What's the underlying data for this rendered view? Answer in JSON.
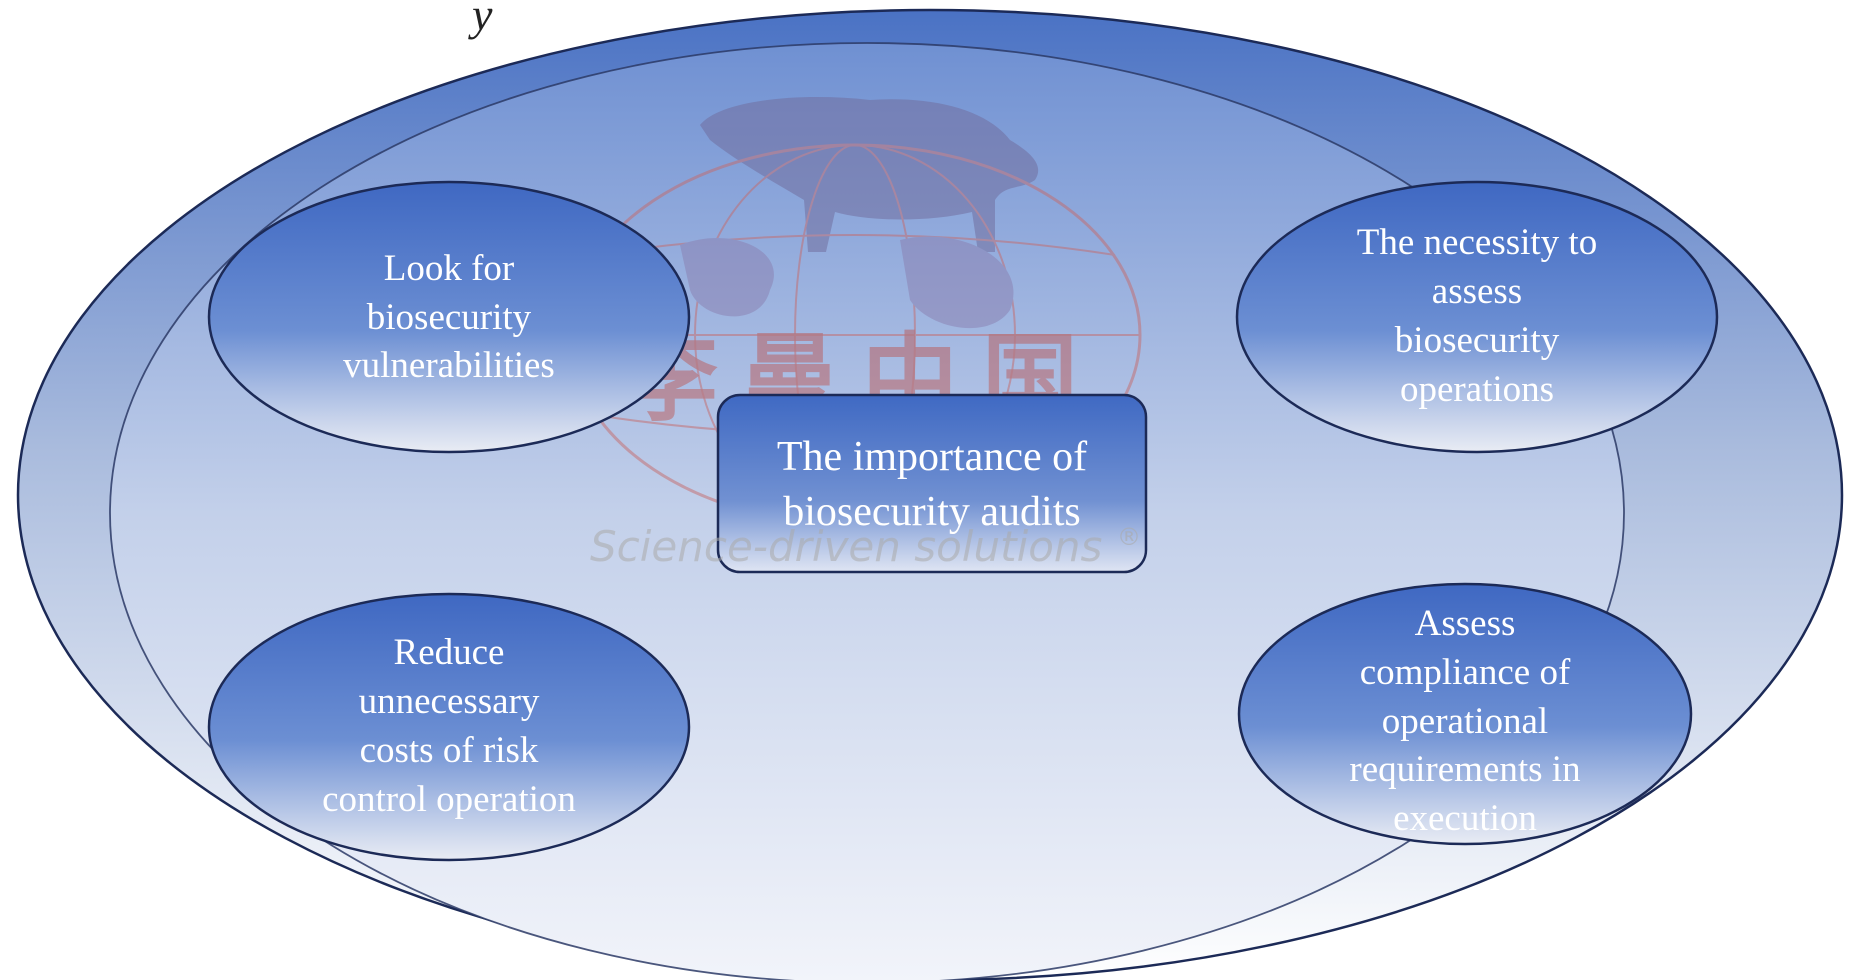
{
  "title_fragment": "y",
  "diagram": {
    "center": {
      "label": "The importance of\nbiosecurity audits"
    },
    "nodes": [
      {
        "id": "top-left",
        "label": "Look for\nbiosecurity\nvulnerabilities"
      },
      {
        "id": "top-right",
        "label": "The necessity to\nassess\nbiosecurity\noperations"
      },
      {
        "id": "bottom-left",
        "label": "Reduce\nunnecessary\ncosts of risk\ncontrol operation"
      },
      {
        "id": "bottom-right",
        "label": "Assess\ncompliance of\noperational\nrequirements in\nexecution"
      }
    ]
  },
  "watermark": {
    "chinese_text": "李曼中国",
    "slogan": "Science-driven solutions",
    "registered_mark": "®"
  },
  "colors": {
    "outline": "#1c2a57",
    "node_blue": "#4a73c8",
    "center_blue": "#4f76c6",
    "outer_top_blue": "#4a72c4",
    "watermark_red": "#c0392b",
    "watermark_gray": "#aaaaaa"
  }
}
